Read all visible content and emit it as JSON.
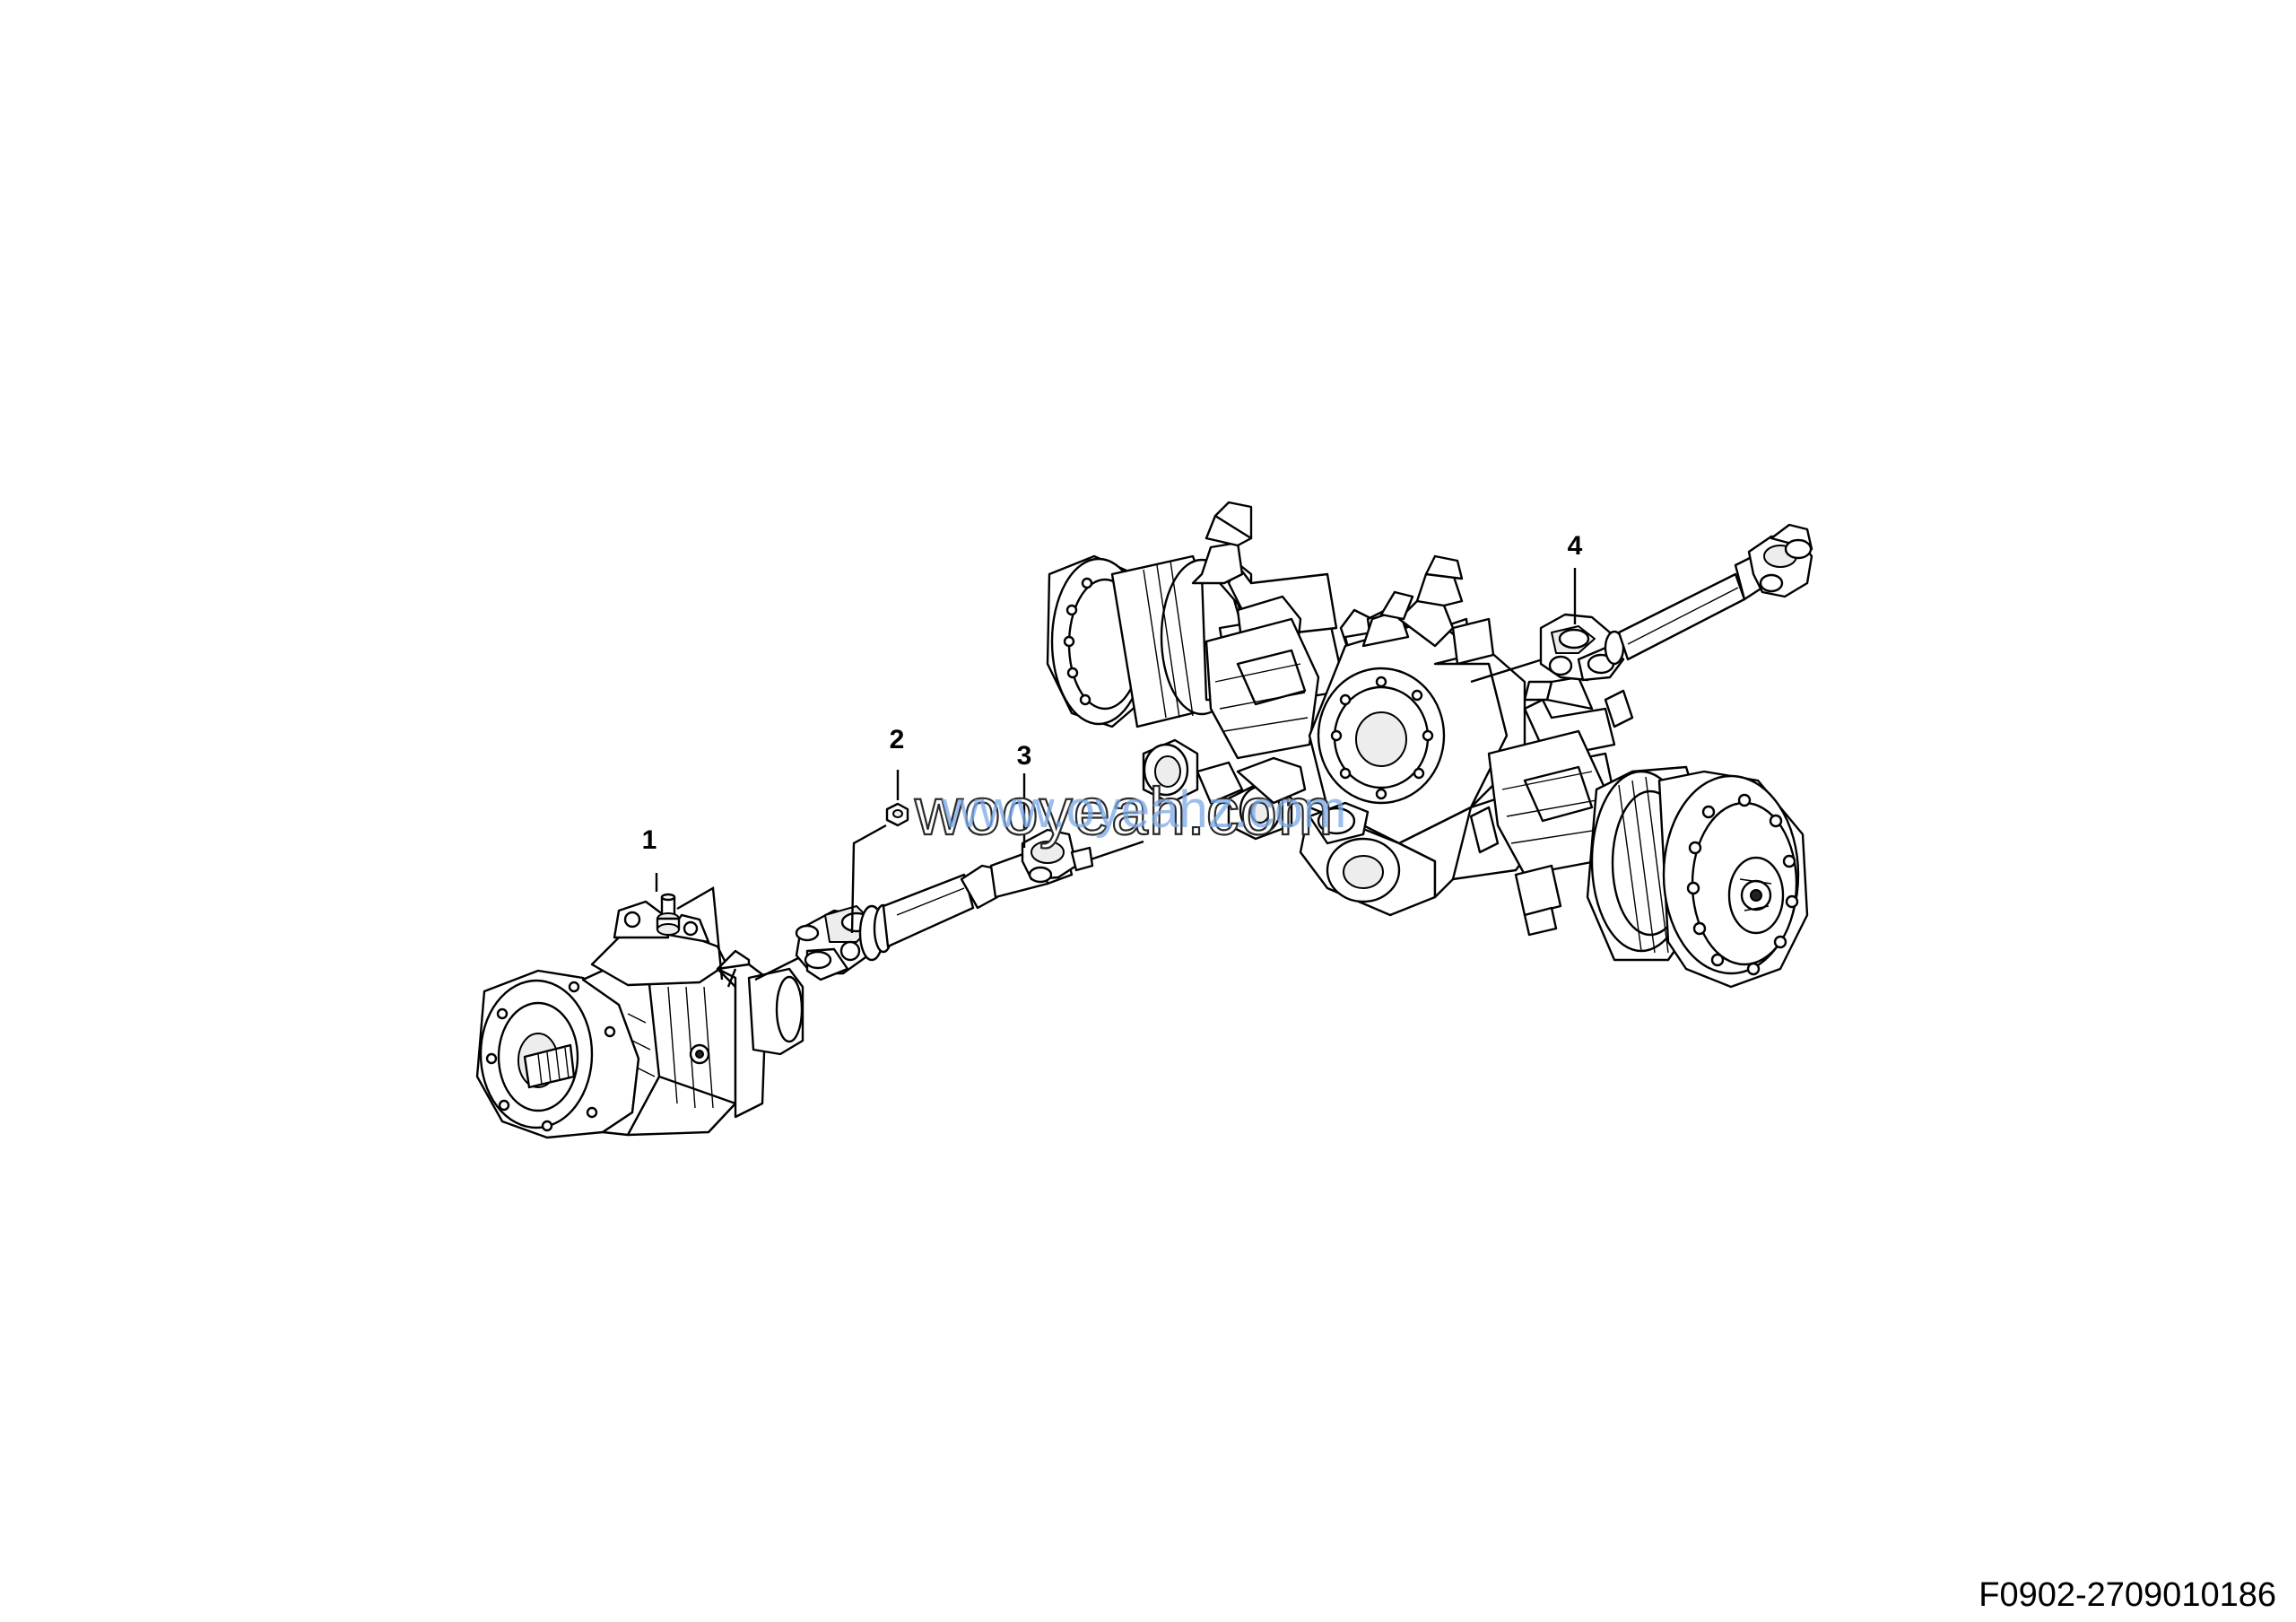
{
  "callouts": [
    {
      "id": "callout-1",
      "label": "1"
    },
    {
      "id": "callout-2",
      "label": "2"
    },
    {
      "id": "callout-3",
      "label": "3"
    },
    {
      "id": "callout-4",
      "label": "4"
    }
  ],
  "watermark": {
    "text": "wooyeah.com",
    "overlay_text": "www.oyeahz.com"
  },
  "figure_id": "F0902-2709010186",
  "colors": {
    "line": "#000000",
    "background": "#ffffff",
    "watermark_overlay": "#7aa9e6"
  }
}
